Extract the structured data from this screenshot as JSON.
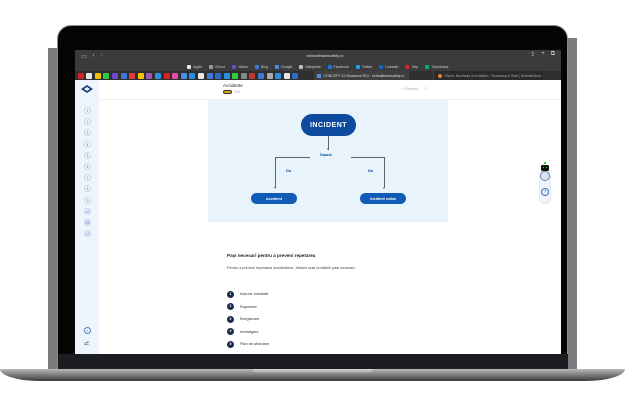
{
  "browser": {
    "url": "hehealthandsafety.ro",
    "bookmarks": [
      {
        "label": "Apple",
        "color": "#e6e6e6"
      },
      {
        "label": "iCloud",
        "color": "#9a9a9a"
      },
      {
        "label": "Yahoo",
        "color": "#6a4bc7"
      },
      {
        "label": "Bing",
        "color": "#3c78d8"
      },
      {
        "label": "Google",
        "color": "#4a8fe7"
      },
      {
        "label": "Wikipedia",
        "color": "#bdbdbd"
      },
      {
        "label": "Facebook",
        "color": "#1877f2"
      },
      {
        "label": "Twitter",
        "color": "#1da1f2"
      },
      {
        "label": "LinkedIn",
        "color": "#0a66c2"
      },
      {
        "label": "Yelp",
        "color": "#d32323"
      },
      {
        "label": "TripAdvisor",
        "color": "#00af87"
      }
    ],
    "pinned_tab_colors": [
      "#d32323",
      "#e6e6e6",
      "#f2c200",
      "#2ecc40",
      "#6a4bc7",
      "#3c78d8",
      "#e33b3b",
      "#f2c200",
      "#9b59b6",
      "#2c8fe0",
      "#d32323",
      "#e14fa5",
      "#4a8fe7",
      "#2c8fe0",
      "#e6e6e6",
      "#3c78d8",
      "#2c6bc4",
      "#2c8fe0",
      "#2ecc40",
      "#888888",
      "#c0392b",
      "#3c78d8",
      "#aaaaaa",
      "#2c8fe0",
      "#e6e6e6",
      "#2c6bc4"
    ],
    "active_tab": "CONCEPT 3.0 Business ROI - hehealthandsafety.ro",
    "other_tab": "Flyers: Business & Invitation - Roadmap & Start | BrandedAnd"
  },
  "app": {
    "header": {
      "title": "Accidente",
      "badge_text": "10.0",
      "tools": {
        "present_label": "Prezintă",
        "search_icon": "search-icon"
      }
    },
    "rail": {
      "steps": [
        "1",
        "2",
        "3",
        "4",
        "5",
        "6",
        "7",
        "8",
        "9",
        "10",
        "11",
        "12"
      ],
      "active_step": "11"
    },
    "diagram": {
      "root": "INCIDENT",
      "question": "Daună",
      "yes_label": "Da",
      "no_label": "Nu",
      "yes_outcome": "Accident",
      "no_outcome": "Incident evitat",
      "colors": {
        "root": "#0e4a9e",
        "leaf": "#0f5bb5",
        "background": "#e8f3fc"
      }
    },
    "section": {
      "title": "Pași necesari pentru a preveni repetarea",
      "intro": "Pentru a preveni repetarea accidentelor, trebuie luați următorii pași necesari:",
      "steps": [
        {
          "num": "1",
          "label": "Acțiune imediată"
        },
        {
          "num": "2",
          "label": "Raportare"
        },
        {
          "num": "3",
          "label": "Înregistrare"
        },
        {
          "num": "4",
          "label": "Investigare"
        },
        {
          "num": "5",
          "label": "Plan de abordare"
        }
      ]
    },
    "widget": {
      "assistant_icon": "robot-icon",
      "help_icon": "help-icon"
    }
  }
}
